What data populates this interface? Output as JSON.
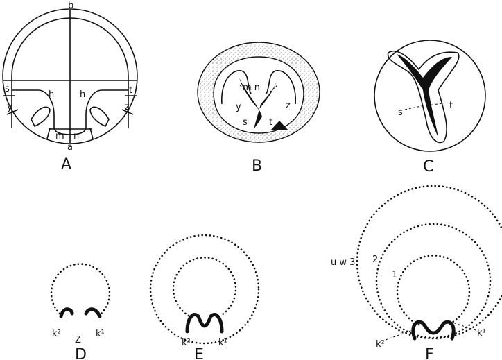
{
  "panels": {
    "A": {
      "caption": "A",
      "labels": {
        "b": "b",
        "a": "a",
        "h_left": "h",
        "h_right": "h",
        "s": "s",
        "y": "y",
        "t": "t",
        "z": "z",
        "m": "m",
        "n": "n"
      }
    },
    "B": {
      "caption": "B",
      "labels": {
        "mn": "m n",
        "y": "y",
        "z": "z",
        "s": "s",
        "t": "t"
      }
    },
    "C": {
      "caption": "C",
      "labels": {
        "s": "s",
        "t": "t"
      }
    },
    "D": {
      "caption": "D",
      "labels": {
        "k2": "k²",
        "k1": "k¹",
        "z": "Z"
      }
    },
    "E": {
      "caption": "E",
      "labels": {
        "k2": "k²",
        "k1": "k¹"
      }
    },
    "F": {
      "caption": "F",
      "labels": {
        "uw3": "u w 3",
        "two": "2",
        "one": "1",
        "k2": "k²",
        "k1": "k¹"
      }
    }
  }
}
